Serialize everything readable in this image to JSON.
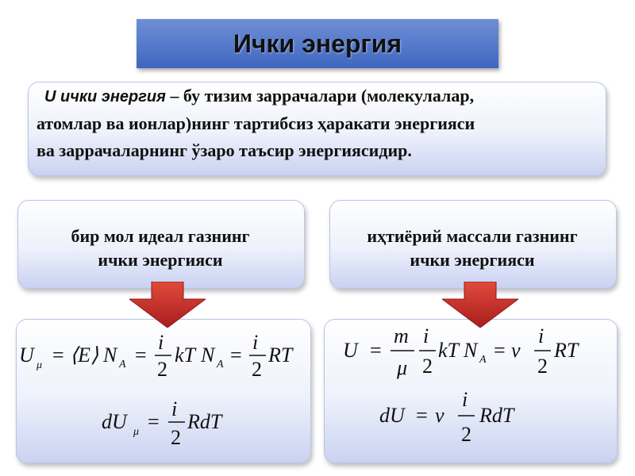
{
  "title": "Ички энергия",
  "definition": {
    "term": "U ички энергия",
    "dash": "–",
    "line1_rest": "бу тизим заррачалари (молекулалар,",
    "line2": "атомлар ва ионлар)нинг тартибсиз ҳаракати энергияси",
    "line3": "ва заррачаларнинг ўзаро таъсир энергиясидир."
  },
  "left_panel": {
    "label_line1": "бир мол идеал газнинг",
    "label_line2": "ички энергияси"
  },
  "right_panel": {
    "label_line1": "иҳтиёрий массали газнинг",
    "label_line2": "ички энергияси"
  },
  "formulas": {
    "U": "U",
    "mu": "μ",
    "eq": "=",
    "E_avg": "⟨E⟩",
    "N": "N",
    "A": "A",
    "i": "i",
    "two": "2",
    "kT": "kT",
    "R": "R",
    "T": "T",
    "RT": "RT",
    "RdT": "RdT",
    "dU": "dU",
    "m": "m",
    "nu": "ν"
  },
  "colors": {
    "title_bg": "#3f66c0",
    "arrow": "#c62828",
    "box_gradient_bottom": "#c9d2f1"
  }
}
